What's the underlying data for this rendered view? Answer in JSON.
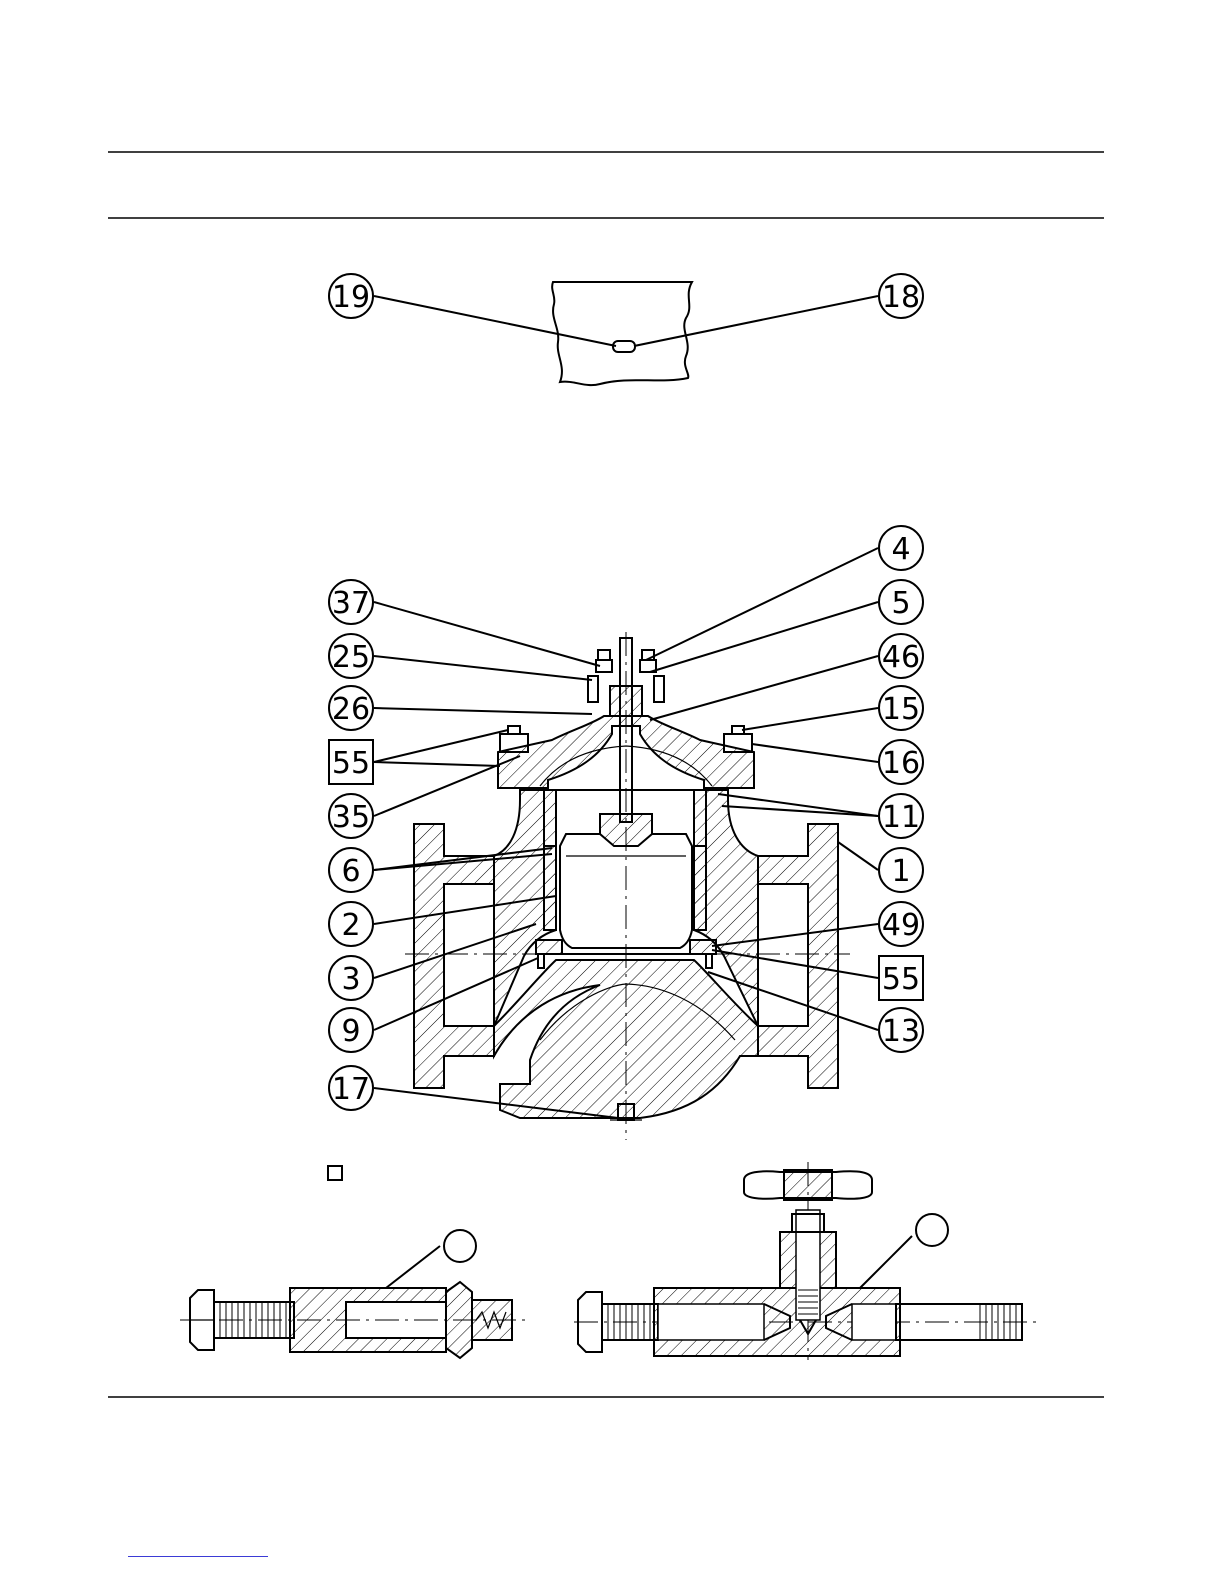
{
  "callouts": {
    "c19": "19",
    "c18": "18",
    "c37": "37",
    "c25": "25",
    "c26": "26",
    "c55a": "55",
    "c35": "35",
    "c6": "6",
    "c2": "2",
    "c3": "3",
    "c9": "9",
    "c17": "17",
    "c4": "4",
    "c5": "5",
    "c46": "46",
    "c15": "15",
    "c16": "16",
    "c11": "11",
    "c1": "1",
    "c49": "49",
    "c55b": "55",
    "c13": "13"
  }
}
